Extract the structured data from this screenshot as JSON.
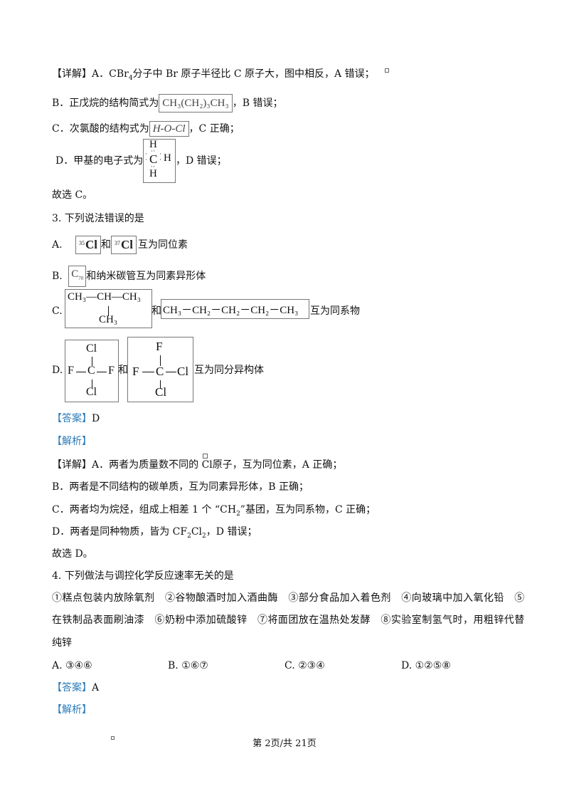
{
  "q2_explain": {
    "detail_tag": "【详解】",
    "A_pre": "A．CBr",
    "A_sub": "4",
    "A_post": "分子中 Br 原子半径比 C 原子大，图中相反，A 错误；",
    "B_pre": "B．正戊烷的结构简式为",
    "B_formula": "CH₃(CH₂)₃CH₃",
    "B_post": "，B 错误；",
    "C_pre": "C．次氯酸的结构式为",
    "C_formula": "H-O-Cl",
    "C_post": "，C 正确；",
    "D_pre": "D．甲基的电子式为",
    "D_top": "H",
    "D_mid": "C",
    "D_right": "H",
    "D_bottom": "H",
    "D_post": "，D 错误；",
    "conclusion": "故选 C。"
  },
  "q3": {
    "stem": "3. 下列说法错误的是",
    "A_label": "A.",
    "A_m1": "35",
    "A_e1": "Cl",
    "A_and": "和",
    "A_m2": "37",
    "A_e2": "Cl",
    "A_post": "互为同位素",
    "B_label": "B.",
    "B_c": "C",
    "B_sub": "70",
    "B_post": "和纳米碳管互为同素异形体",
    "C_label": "C.",
    "C_top": "CH₃—CH—CH₃",
    "C_bottom": "CH₃",
    "C_and": "和",
    "C_chain": "CH₃－CH₂－CH₂－CH₂－CH₃",
    "C_post": "互为同系物",
    "D_label": "D.",
    "D1_top": "Cl",
    "D1_left": "F",
    "D1_center": "C",
    "D1_right": "F",
    "D1_bottom": "Cl",
    "D_and": "和",
    "D2_top": "F",
    "D2_left": "F",
    "D2_center": "C",
    "D2_right": "Cl",
    "D2_bottom": "Cl",
    "D_post": "互为同分异构体",
    "answer_tag": "【答案】",
    "answer": "D",
    "analysis_tag": "【解析】",
    "detail_tag": "【详解】",
    "E_A_pre": "A．两者为质量数不同的",
    "E_A_cl": "Cl",
    "E_A_post": "原子，互为同位素，A 正确；",
    "E_B": "B．两者是不同结构的碳单质，互为同素异形体，B 正确；",
    "E_C_pre": "C．两者均为烷烃，组成上相差 1 个 “CH",
    "E_C_sub": "2",
    "E_C_post": "”基团，互为同系物，C 正确；",
    "E_D_pre": "D．两者是同种物质，皆为 CF",
    "E_D_sub1": "2",
    "E_D_mid": "Cl",
    "E_D_sub2": "2",
    "E_D_post": "，D 错误；",
    "conclusion": "故选 D。"
  },
  "q4": {
    "stem": "4. 下列做法与调控化学反应速率无关的是",
    "line1": "①糕点包装内放除氧剂　②谷物酿酒时加入酒曲酶　③部分食品加入着色剂　④向玻璃中加入氧化铅　⑤",
    "line2": "在铁制品表面刷油漆　⑥奶粉中添加硫酸锌　⑦将面团放在温热处发酵　⑧实验室制氢气时，用粗锌代替",
    "line3": "纯锌",
    "opt_A": "A. ③④⑥",
    "opt_B": "B. ①⑥⑦",
    "opt_C": "C. ②③④",
    "opt_D": "D. ①②⑤⑧",
    "answer_tag": "【答案】",
    "answer": "A",
    "analysis_tag": "【解析】"
  },
  "footer": "第 2页/共 21页"
}
